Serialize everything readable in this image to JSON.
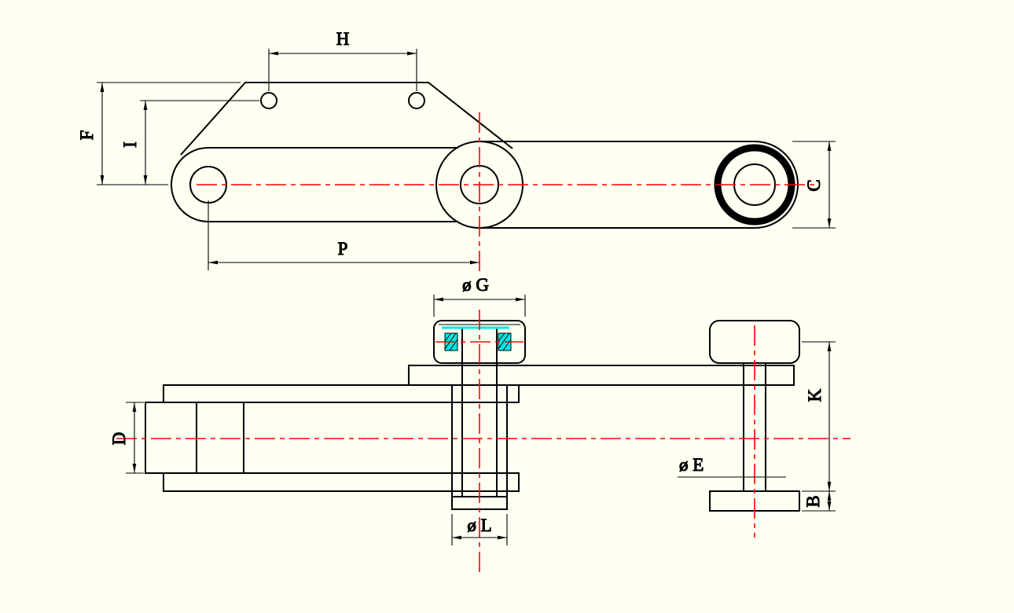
{
  "drawing": {
    "colors": {
      "outline": "#000000",
      "centerline": "#ff0000",
      "bearing_highlight": "#00e6e6",
      "background": "#fffff2"
    },
    "side_view_labels": {
      "H": "H",
      "F": "F",
      "I": "I",
      "P": "P",
      "C": "C"
    },
    "plan_view_labels": {
      "G": "ø G",
      "D": "D",
      "K": "K",
      "E": "ø E",
      "L": "ø L",
      "B": "B"
    }
  }
}
